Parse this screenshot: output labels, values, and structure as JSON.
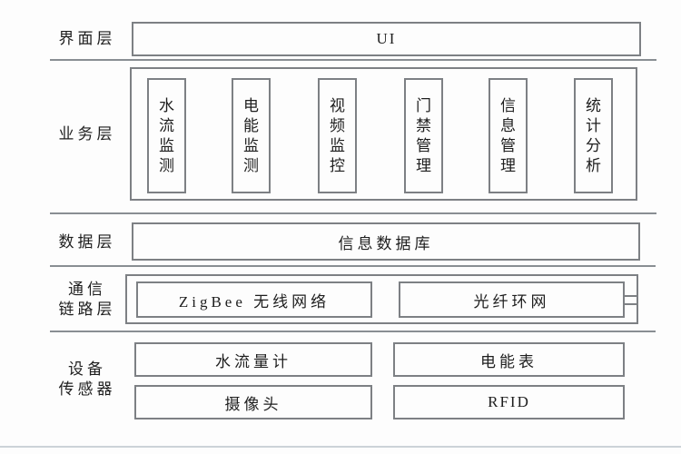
{
  "layers": {
    "interface": {
      "label": "界面层",
      "box": "UI"
    },
    "business": {
      "label": "业务层",
      "modules": [
        "水流监测",
        "电能监测",
        "视频监控",
        "门禁管理",
        "信息管理",
        "统计分析"
      ]
    },
    "data": {
      "label": "数据层",
      "box": "信息数据库"
    },
    "communication": {
      "label_line1": "通信",
      "label_line2": "链路层",
      "boxes": [
        "ZigBee 无线网络",
        "光纤环网"
      ]
    },
    "device": {
      "label_line1": "设备",
      "label_line2": "传感器",
      "boxes": [
        "水流量计",
        "电能表",
        "摄像头",
        "RFID"
      ]
    }
  },
  "colors": {
    "border": "#7d8084",
    "separator": "#898e93",
    "text": "#1e1e1e",
    "background": "#fdfdfd",
    "page_edge": "#ccd3d8"
  }
}
